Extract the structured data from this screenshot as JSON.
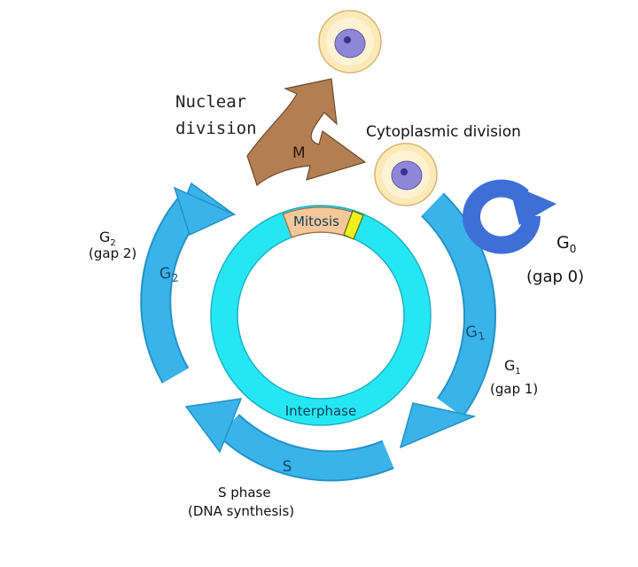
{
  "labels": {
    "nuclear_division_line1": "Nuclear",
    "nuclear_division_line2": "division",
    "m_phase": "M",
    "cytoplasmic_division": "Cytoplasmic division",
    "mitosis": "Mitosis",
    "interphase": "Interphase",
    "g2_outer_main": "G",
    "g2_outer_sub": "2",
    "g2_outer_gap": "(gap 2)",
    "g2_arrow_main": "G",
    "g2_arrow_sub": "2",
    "g1_arrow_main": "G",
    "g1_arrow_sub": "1",
    "g1_outer_main": "G",
    "g1_outer_sub": "1",
    "g1_outer_gap": "(gap 1)",
    "g0_main": "G",
    "g0_sub": "0",
    "g0_gap": "(gap 0)",
    "s_arrow": "S",
    "s_phase_line1": "S phase",
    "s_phase_line2": "(DNA synthesis)"
  },
  "colors": {
    "arrow_blue": "#3ab3ea",
    "arrow_blue_dark": "#2491c7",
    "ring_cyan": "#27e6f4",
    "mitosis_fill": "#f6c79a",
    "m_arrow_brown": "#b27e52",
    "g0_blue": "#3e6fd6",
    "marker_yellow": "#f0f020",
    "cell_outer": "#fbe9b8",
    "cell_nucleus": "#8e86d6"
  }
}
